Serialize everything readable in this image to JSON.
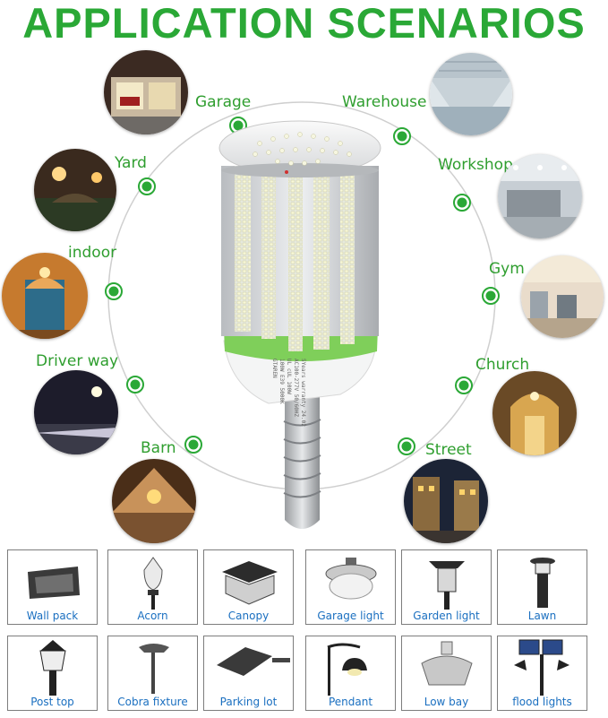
{
  "title": "APPLICATION SCENARIOS",
  "colors": {
    "accent": "#2aa836",
    "label_text": "#2f9e2f",
    "caption_text": "#1a6fc0"
  },
  "scenarios": [
    {
      "label": "Garage"
    },
    {
      "label": "Warehouse"
    },
    {
      "label": "Yard"
    },
    {
      "label": "Workshop"
    },
    {
      "label": "indoor"
    },
    {
      "label": "Gym"
    },
    {
      "label": "Driver way"
    },
    {
      "label": "Church"
    },
    {
      "label": "Barn"
    },
    {
      "label": "Street"
    }
  ],
  "bulb": {
    "label_lines": [
      "GTAREN",
      "100W E39 5000K",
      "UL cUL 100W",
      "AC100-277V 50/60HZ",
      "5Years warranty 24.02"
    ]
  },
  "fixtures": [
    {
      "label": "Wall pack",
      "icon": "wall-pack-icon"
    },
    {
      "label": "Acorn",
      "icon": "acorn-icon"
    },
    {
      "label": "Canopy",
      "icon": "canopy-icon"
    },
    {
      "label": "Garage light",
      "icon": "garage-light-icon"
    },
    {
      "label": "Garden light",
      "icon": "garden-light-icon"
    },
    {
      "label": "Lawn",
      "icon": "lawn-icon"
    },
    {
      "label": "Post top",
      "icon": "post-top-icon"
    },
    {
      "label": "Cobra fixture",
      "icon": "cobra-fixture-icon"
    },
    {
      "label": "Parking lot",
      "icon": "parking-lot-icon"
    },
    {
      "label": "Pendant",
      "icon": "pendant-icon"
    },
    {
      "label": "Low bay",
      "icon": "low-bay-icon"
    },
    {
      "label": "flood lights",
      "icon": "flood-lights-icon"
    }
  ]
}
